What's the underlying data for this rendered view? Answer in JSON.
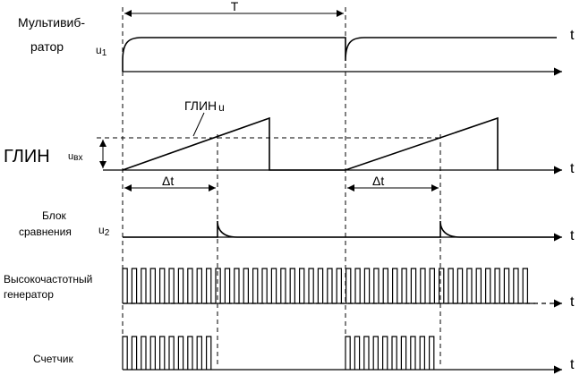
{
  "channels": {
    "multivibrator": {
      "label_line1": "Мультивиб-",
      "label_line2": "ратор",
      "signal": "u",
      "sub": "1"
    },
    "glin": {
      "label": "ГЛИН",
      "signal": "u",
      "sub": "вх",
      "curve_label": "ГЛИН",
      "curve_signal": "u"
    },
    "comparator": {
      "label_line1": "Блок",
      "label_line2": "сравнения",
      "signal": "u",
      "sub": "2"
    },
    "oscillator": {
      "label_line1": "Высокочастотный",
      "label_line2": "генератор"
    },
    "counter": {
      "label": "Счетчик"
    }
  },
  "axis": {
    "t_label": "t"
  },
  "annotations": {
    "period": "T",
    "delta_1": "Δt",
    "delta_2": "Δt"
  },
  "colors": {
    "ink": "#000000",
    "background": "#ffffff"
  }
}
